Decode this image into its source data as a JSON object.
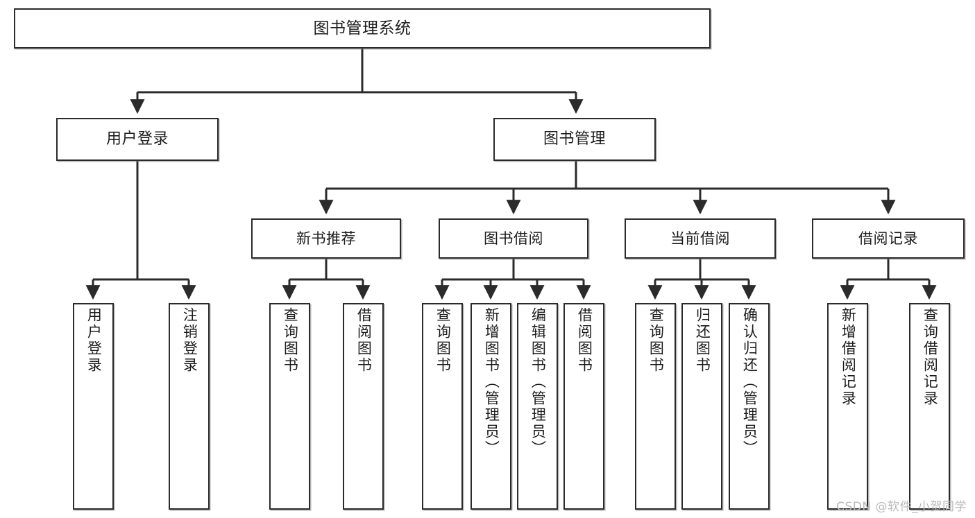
{
  "diagram": {
    "title": "图书管理系统",
    "type": "tree-hierarchy",
    "watermark": "CSDN @软件_小贺同学",
    "colors": {
      "box_border": "#2b2b2b",
      "box_fill": "#ffffff",
      "edge": "#2b2b2b",
      "text": "#1c1c1c",
      "watermark": "#b9b9b9",
      "background": "#ffffff"
    },
    "nodes": {
      "root": {
        "label": "图书管理系统"
      },
      "level2": [
        {
          "id": "user-login",
          "label": "用户登录"
        },
        {
          "id": "book-manage",
          "label": "图书管理"
        }
      ],
      "level3": [
        {
          "id": "new-book-rec",
          "label": "新书推荐"
        },
        {
          "id": "book-borrow",
          "label": "图书借阅"
        },
        {
          "id": "current-borrow",
          "label": "当前借阅"
        },
        {
          "id": "borrow-record",
          "label": "借阅记录"
        }
      ],
      "leaves": {
        "user-login": [
          {
            "id": "leaf-user-login",
            "label": "用户登录"
          },
          {
            "id": "leaf-logout-login",
            "label": "注销登录"
          }
        ],
        "new-book-rec": [
          {
            "id": "leaf-query-book-1",
            "label": "查询图书"
          },
          {
            "id": "leaf-borrow-book-1",
            "label": "借阅图书"
          }
        ],
        "book-borrow": [
          {
            "id": "leaf-query-book-2",
            "label": "查询图书"
          },
          {
            "id": "leaf-add-book",
            "label": "新增图书（管理员）"
          },
          {
            "id": "leaf-edit-book",
            "label": "编辑图书（管理员）"
          },
          {
            "id": "leaf-borrow-book-2",
            "label": "借阅图书"
          }
        ],
        "current-borrow": [
          {
            "id": "leaf-query-book-3",
            "label": "查询图书"
          },
          {
            "id": "leaf-return-book",
            "label": "归还图书"
          },
          {
            "id": "leaf-confirm-return",
            "label": "确认归还（管理员）"
          }
        ],
        "borrow-record": [
          {
            "id": "leaf-add-record",
            "label": "新增借阅记录"
          },
          {
            "id": "leaf-query-record",
            "label": "查询借阅记录"
          }
        ]
      }
    }
  }
}
